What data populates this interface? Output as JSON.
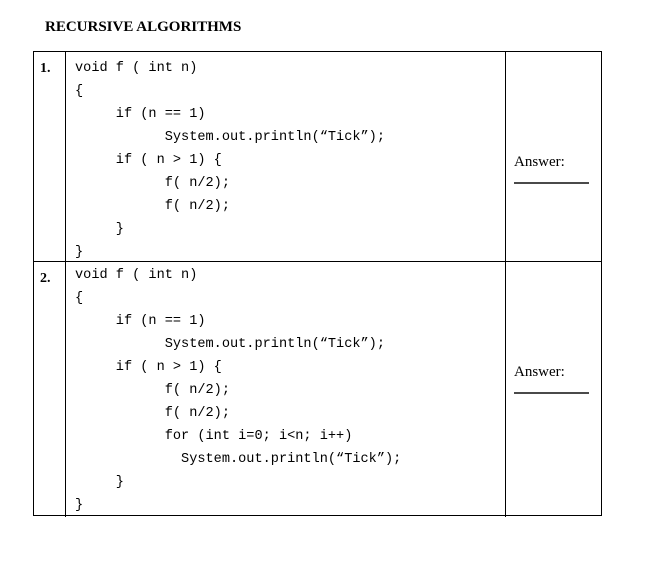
{
  "document": {
    "title": "RECURSIVE ALGORITHMS"
  },
  "worksheet": {
    "answer_label": "Answer:",
    "problems": [
      {
        "number": "1.",
        "code_lines": [
          "void f ( int n)",
          "{",
          "     if (n == 1)",
          "           System.out.println(“Tick”);",
          "     if ( n > 1) {",
          "           f( n/2);",
          "           f( n/2);",
          "     }",
          "}"
        ]
      },
      {
        "number": "2.",
        "code_lines": [
          "void f ( int n)",
          "{",
          "     if (n == 1)",
          "           System.out.println(“Tick”);",
          "     if ( n > 1) {",
          "           f( n/2);",
          "           f( n/2);",
          "           for (int i=0; i<n; i++)",
          "             System.out.println(“Tick”);",
          "     }",
          "}"
        ]
      }
    ]
  }
}
